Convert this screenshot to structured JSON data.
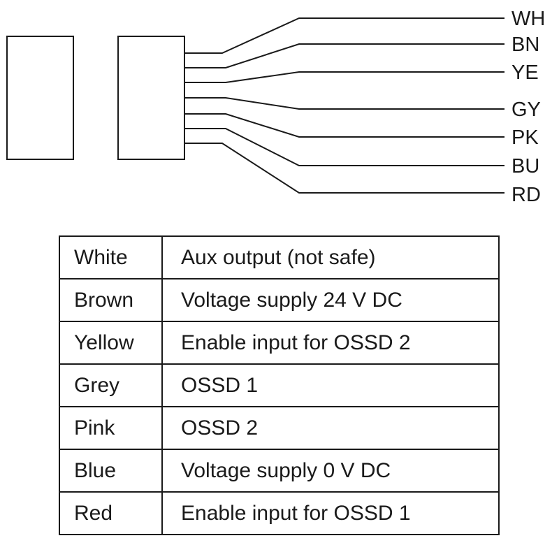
{
  "wires": [
    {
      "code": "WH",
      "color_name": "White",
      "function": "Aux output (not safe)"
    },
    {
      "code": "BN",
      "color_name": "Brown",
      "function": "Voltage supply 24 V DC"
    },
    {
      "code": "YE",
      "color_name": "Yellow",
      "function": "Enable input for OSSD 2"
    },
    {
      "code": "GY",
      "color_name": "Grey",
      "function": "OSSD 1"
    },
    {
      "code": "PK",
      "color_name": "Pink",
      "function": "OSSD 2"
    },
    {
      "code": "BU",
      "color_name": "Blue",
      "function": "Voltage supply 0 V DC"
    },
    {
      "code": "RD",
      "color_name": "Red",
      "function": "Enable input for OSSD 1"
    }
  ]
}
